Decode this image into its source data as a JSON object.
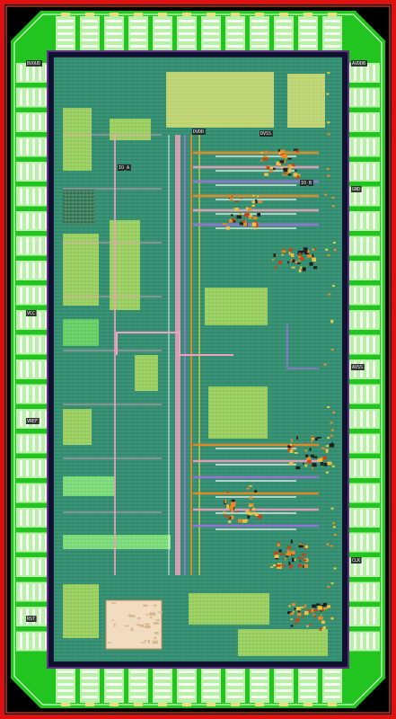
{
  "layout_view": {
    "colors": {
      "background": "#000000",
      "seal_ring": "#e01010",
      "pad_ring": "#22c41f",
      "pad_ring_light": "#b8f0a8",
      "pad_frame": "#d8f8d0",
      "core_base": "#2f8a6e",
      "core_grid": "#8fc8a0",
      "std_cell_block": "#9bd05a",
      "sram_macro": "#c8d870",
      "metal_orange": "#f08a20",
      "metal_pink": "#f0a0c0",
      "metal_purple": "#a070e0",
      "metal_yellow": "#e8d040",
      "metal_white": "#f0f0f0",
      "dark_inner_ring": "#101030",
      "analog_block": "#f2dcc0",
      "label_bg": "#202020"
    },
    "labels": [
      "BVOUD",
      "AVDDB",
      "VCC",
      "GND",
      "AVSS",
      "VREF",
      "CLK",
      "RST",
      "DVDD",
      "DVSS",
      "IO_A",
      "IO_B"
    ]
  }
}
